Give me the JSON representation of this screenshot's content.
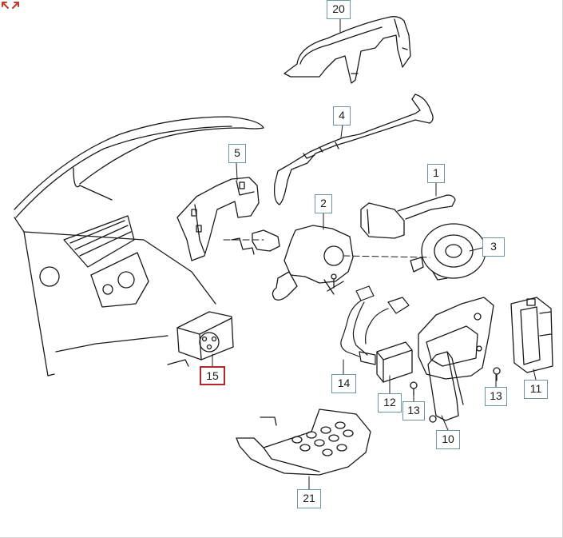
{
  "diagram": {
    "callouts": [
      {
        "id": "c20",
        "label": "20"
      },
      {
        "id": "c4",
        "label": "4"
      },
      {
        "id": "c5",
        "label": "5"
      },
      {
        "id": "c1",
        "label": "1"
      },
      {
        "id": "c2",
        "label": "2"
      },
      {
        "id": "c3",
        "label": "3"
      },
      {
        "id": "c15",
        "label": "15"
      },
      {
        "id": "c14",
        "label": "14"
      },
      {
        "id": "c12",
        "label": "12"
      },
      {
        "id": "c13a",
        "label": "13"
      },
      {
        "id": "c10",
        "label": "10"
      },
      {
        "id": "c13b",
        "label": "13"
      },
      {
        "id": "c11",
        "label": "11"
      },
      {
        "id": "c21",
        "label": "21"
      }
    ],
    "active_callout": "15",
    "colors": {
      "callout_border": "#6e93a3",
      "active_border": "#b3262c",
      "line": "#1a1a1a",
      "expand_icon": "#c0392b"
    },
    "expand_icon": "expand-arrows-icon"
  }
}
